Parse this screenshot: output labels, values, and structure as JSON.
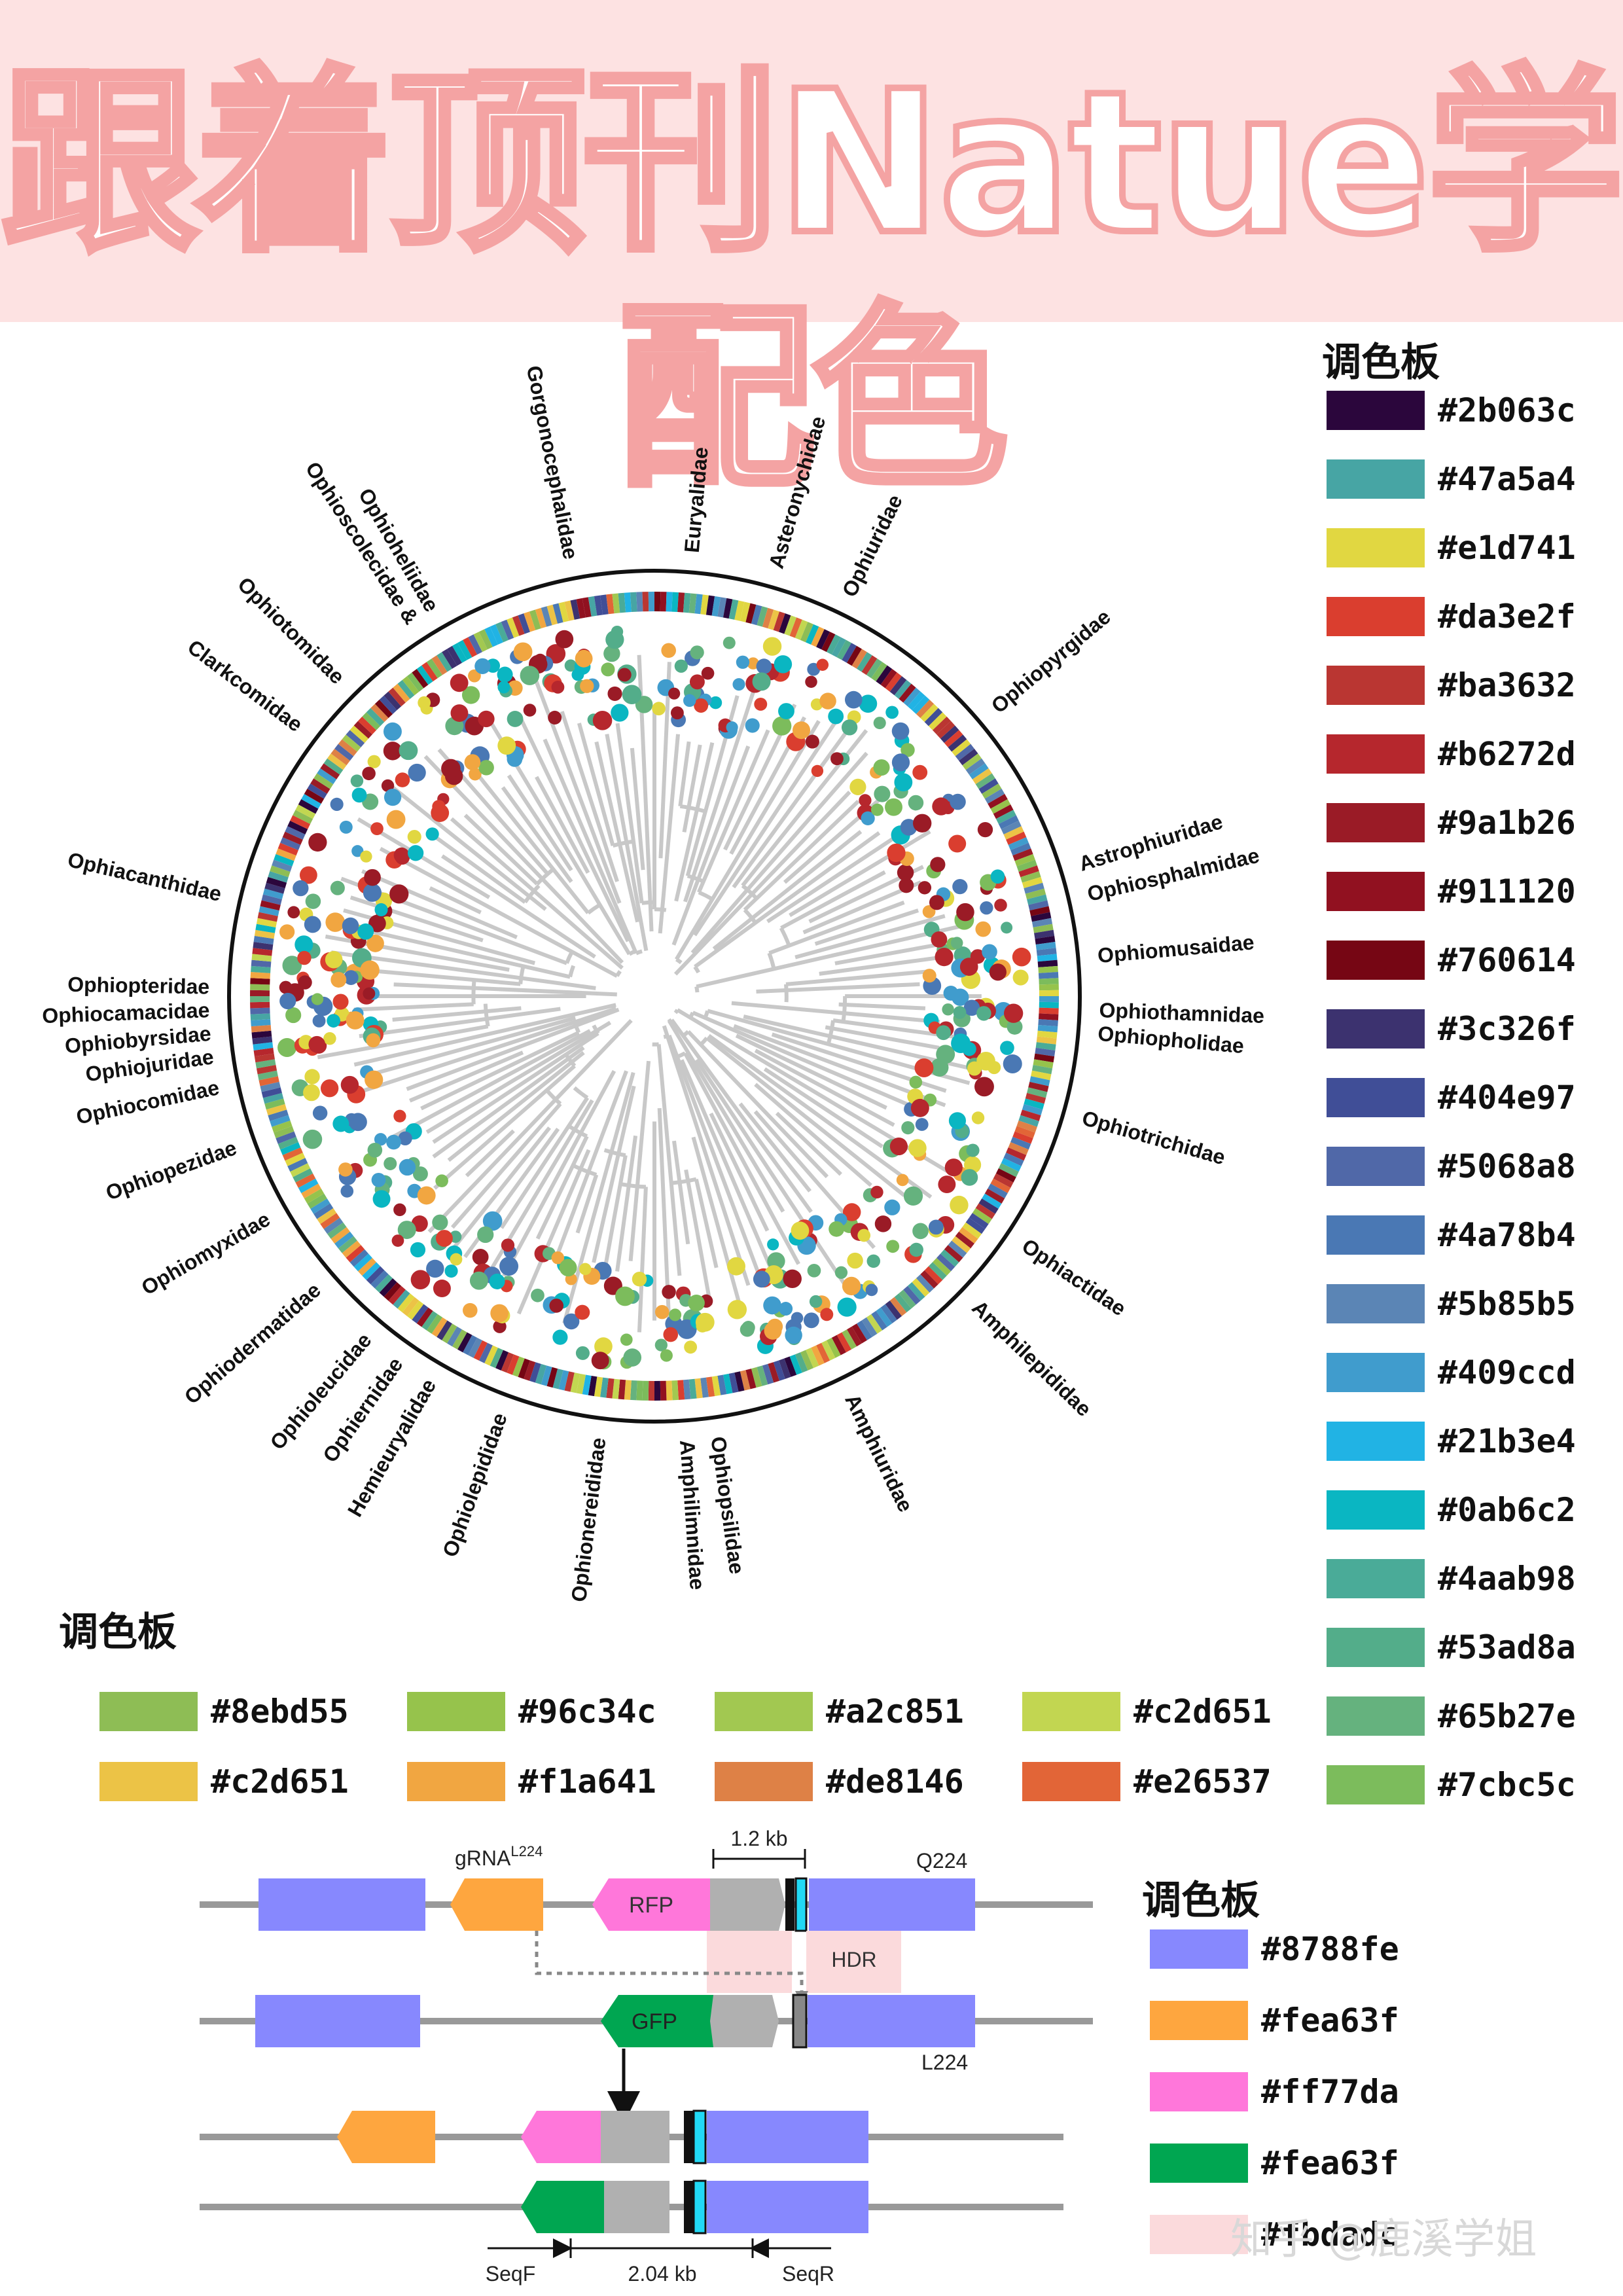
{
  "banner": {
    "title": "跟着顶刊Natue学配色"
  },
  "tree": {
    "families": [
      "Gorgonocephalidae",
      "Euryalidae",
      "Asteronychidae",
      "Ophiuridae",
      "Ophiopyrgidae",
      "Astrophiuridae",
      "Ophiosphalmidae",
      "Ophiomusaidae",
      "Ophiothamnidae",
      "Ophiopholidae",
      "Ophiotrichidae",
      "Ophiactidae",
      "Amphilepididae",
      "Amphiuridae",
      "Ophiopsilidae",
      "Amphilimnidae",
      "Ophionereididae",
      "Ophiolepididae",
      "Hemieuryalidae",
      "Ophiernidae",
      "Ophioleucidae",
      "Ophiodermatidae",
      "Ophiomyxidae",
      "Ophiopezidae",
      "Ophiocomidae",
      "Ophiojuridae",
      "Ophiobyrsidae",
      "Ophiocamacidae",
      "Ophiopteridae",
      "Ophiacanthidae",
      "Clarkcomidae",
      "Ophiotomidae",
      "Ophioscolecidae &",
      "Ophioheliidae"
    ]
  },
  "palette_right": {
    "title": "调色板",
    "colors": [
      "#2b063c",
      "#47a5a4",
      "#e1d741",
      "#da3e2f",
      "#ba3632",
      "#b6272d",
      "#9a1b26",
      "#911120",
      "#760614",
      "#3c326f",
      "#404e97",
      "#5068a8",
      "#4a78b4",
      "#5b85b5",
      "#409ccd",
      "#21b3e4",
      "#0ab6c2",
      "#4aab98",
      "#53ad8a",
      "#65b27e",
      "#7cbc5c"
    ]
  },
  "palette_bottom": {
    "title": "调色板",
    "colors": [
      "#8ebd55",
      "#96c34c",
      "#a2c851",
      "#c2d651",
      "#c2d651",
      "#f1a641",
      "#de8146",
      "#e26537"
    ],
    "display_colors": [
      "#8ebd55",
      "#96c34c",
      "#a2c851",
      "#c2d651",
      "#ecc346",
      "#f1a641",
      "#de8146",
      "#e26537"
    ]
  },
  "palette_constructs": {
    "title": "调色板",
    "colors": [
      "#8788fe",
      "#fea63f",
      "#ff77da",
      "#fea63f",
      "#fbdadc"
    ],
    "display_colors": [
      "#8788fe",
      "#fea63f",
      "#ff77da",
      "#00a651",
      "#fbdadc"
    ],
    "last_visible_label": "#fbdadc"
  },
  "constructs": {
    "grna_label": "gRNA",
    "grna_sup": "L224",
    "rfp": "RFP",
    "gfp": "GFP",
    "length_top": "1.2 kb",
    "q224": "Q224",
    "hdr": "HDR",
    "l224": "L224",
    "seqf": "SeqF",
    "length_bottom": "2.04 kb",
    "seqr": "SeqR"
  },
  "watermark": "知乎 @鹿溪学姐"
}
